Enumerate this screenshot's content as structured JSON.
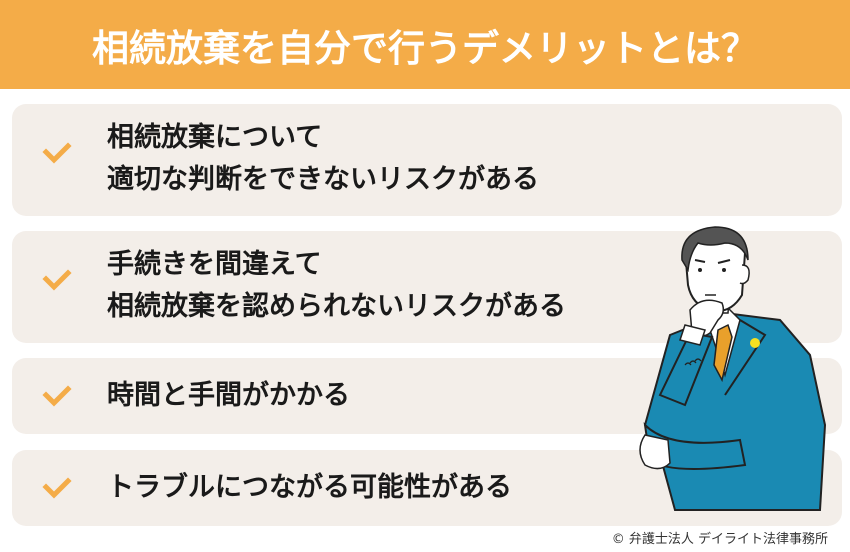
{
  "header": {
    "title": "相続放棄を自分で行うデメリットとは？",
    "background": "#f4ac48"
  },
  "items": [
    {
      "icon": "check-icon",
      "lines": [
        "相続放棄について",
        "適切な判断をできないリスクがある"
      ]
    },
    {
      "icon": "check-icon",
      "lines": [
        "手続きを間違えて",
        "相続放棄を認められないリスクがある"
      ]
    },
    {
      "icon": "check-icon",
      "lines": [
        "時間と手間がかかる"
      ]
    },
    {
      "icon": "check-icon",
      "lines": [
        "トラブルにつながる可能性がある"
      ]
    }
  ],
  "illustration": {
    "description": "Man in blue suit with yellow tie, thinking pose",
    "suit_color": "#1a8ab3",
    "tie_color": "#e9a02b",
    "badge_color": "#f4e020"
  },
  "colors": {
    "accent": "#f4ac48",
    "box_bg": "#f3eee9",
    "text": "#1a1a1a"
  },
  "footer": {
    "copyright": "© 弁護士法人 デイライト法律事務所"
  }
}
